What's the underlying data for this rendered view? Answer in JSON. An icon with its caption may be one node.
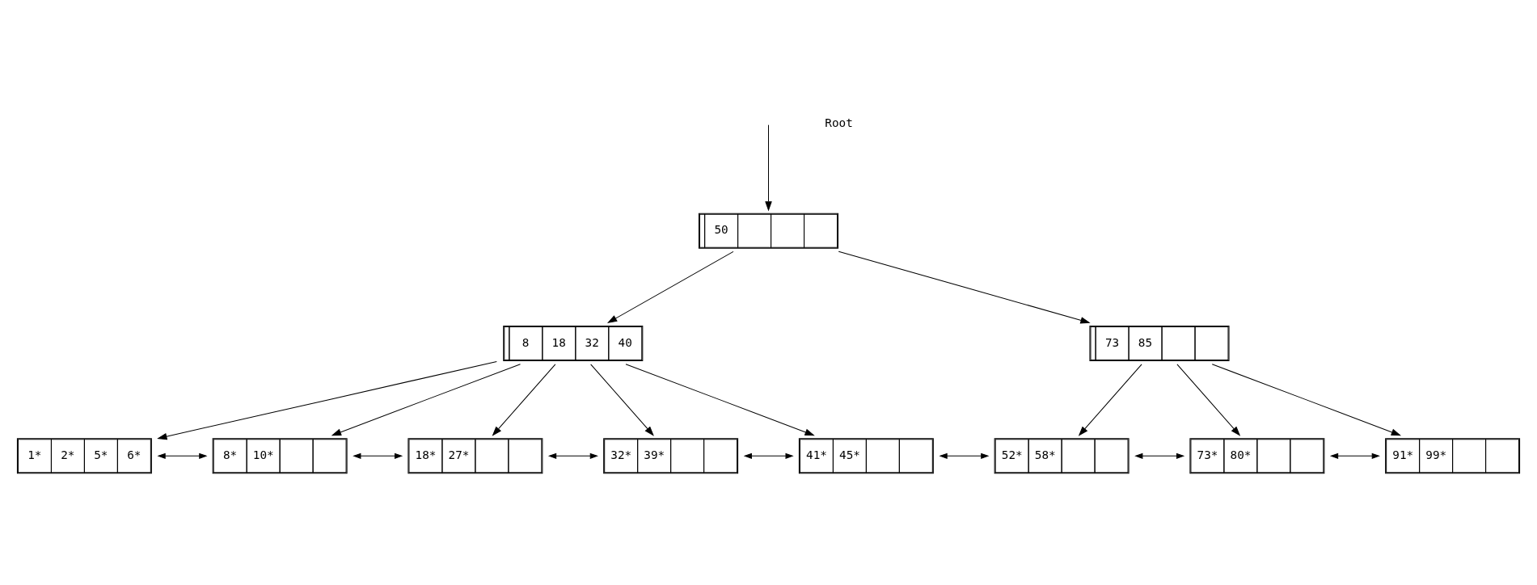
{
  "diagram": {
    "nodes": [
      {
        "text": [
          "50"
        ]
      },
      {
        "text": [
          "8",
          "18",
          "32",
          "40"
        ]
      },
      {
        "text": [
          "73",
          "85"
        ]
      },
      {
        "text": [
          "1*",
          "2*",
          "5*",
          "6*"
        ]
      },
      {
        "text": [
          "8*",
          "10*"
        ]
      },
      {
        "text": [
          "18*",
          "27*"
        ]
      },
      {
        "text": [
          "32*",
          "39*"
        ]
      },
      {
        "text": [
          "41*",
          "45*"
        ]
      },
      {
        "text": [
          "52*",
          "58*"
        ]
      },
      {
        "text": [
          "73*",
          "80*"
        ]
      },
      {
        "text": [
          "91*",
          "99*"
        ]
      }
    ],
    "edges": [
      {
        "from": null,
        "to": 0,
        "arrow": "to"
      },
      {
        "from": 0,
        "to": 1,
        "arrow": "to"
      },
      {
        "from": 0,
        "to": 2,
        "arrow": "to"
      },
      {
        "from": 1,
        "to": 3,
        "arrow": "to"
      },
      {
        "from": 1,
        "to": 4,
        "arrow": "to"
      },
      {
        "from": 1,
        "to": 5,
        "arrow": "to"
      },
      {
        "from": 1,
        "to": 6,
        "arrow": "to"
      },
      {
        "from": 1,
        "to": 7,
        "arrow": "to"
      },
      {
        "from": 2,
        "to": 8,
        "arrow": "to"
      },
      {
        "from": 2,
        "to": 9,
        "arrow": "to"
      },
      {
        "from": 2,
        "to": 10,
        "arrow": "to"
      },
      {
        "from": 3,
        "to": 4,
        "arrow": "both"
      },
      {
        "from": 4,
        "to": 5,
        "arrow": "both"
      },
      {
        "from": 5,
        "to": 6,
        "arrow": "both"
      },
      {
        "from": 6,
        "to": 7,
        "arrow": "both"
      },
      {
        "from": 7,
        "to": 8,
        "arrow": "both"
      },
      {
        "from": 8,
        "to": 9,
        "arrow": "both"
      },
      {
        "from": 9,
        "to": 10,
        "arrow": "both"
      }
    ],
    "labels": [
      "Root"
    ]
  }
}
